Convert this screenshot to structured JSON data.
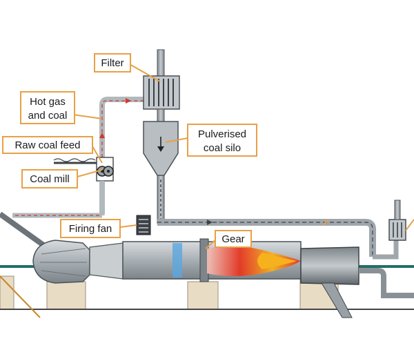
{
  "labels": {
    "filter": "Filter",
    "hot_gas_line1": "Hot gas",
    "hot_gas_line2": "and coal",
    "raw_coal_feed": "Raw coal feed",
    "coal_mill": "Coal mill",
    "pulverised_line1": "Pulverised",
    "pulverised_line2": "coal silo",
    "firing_fan": "Firing fan",
    "gear": "Gear"
  },
  "colors": {
    "pipe": "#8a9196",
    "pipe_dark": "#3c4246",
    "label_border": "#e8a046",
    "label_fill": "#ffffff",
    "flow_arrow": "#d23a2e",
    "flame": "#e8321e",
    "flame_core": "#f6b21c",
    "kiln_shell": "#b9bec2",
    "floor_block": "#e8dcc4",
    "ground_line": "#1f6f66"
  },
  "icons": {
    "filter": "filter-bag-icon",
    "coal_mill": "coal-mill-icon",
    "firing_fan": "firing-fan-icon",
    "burner": "burner-nozzle-icon"
  }
}
